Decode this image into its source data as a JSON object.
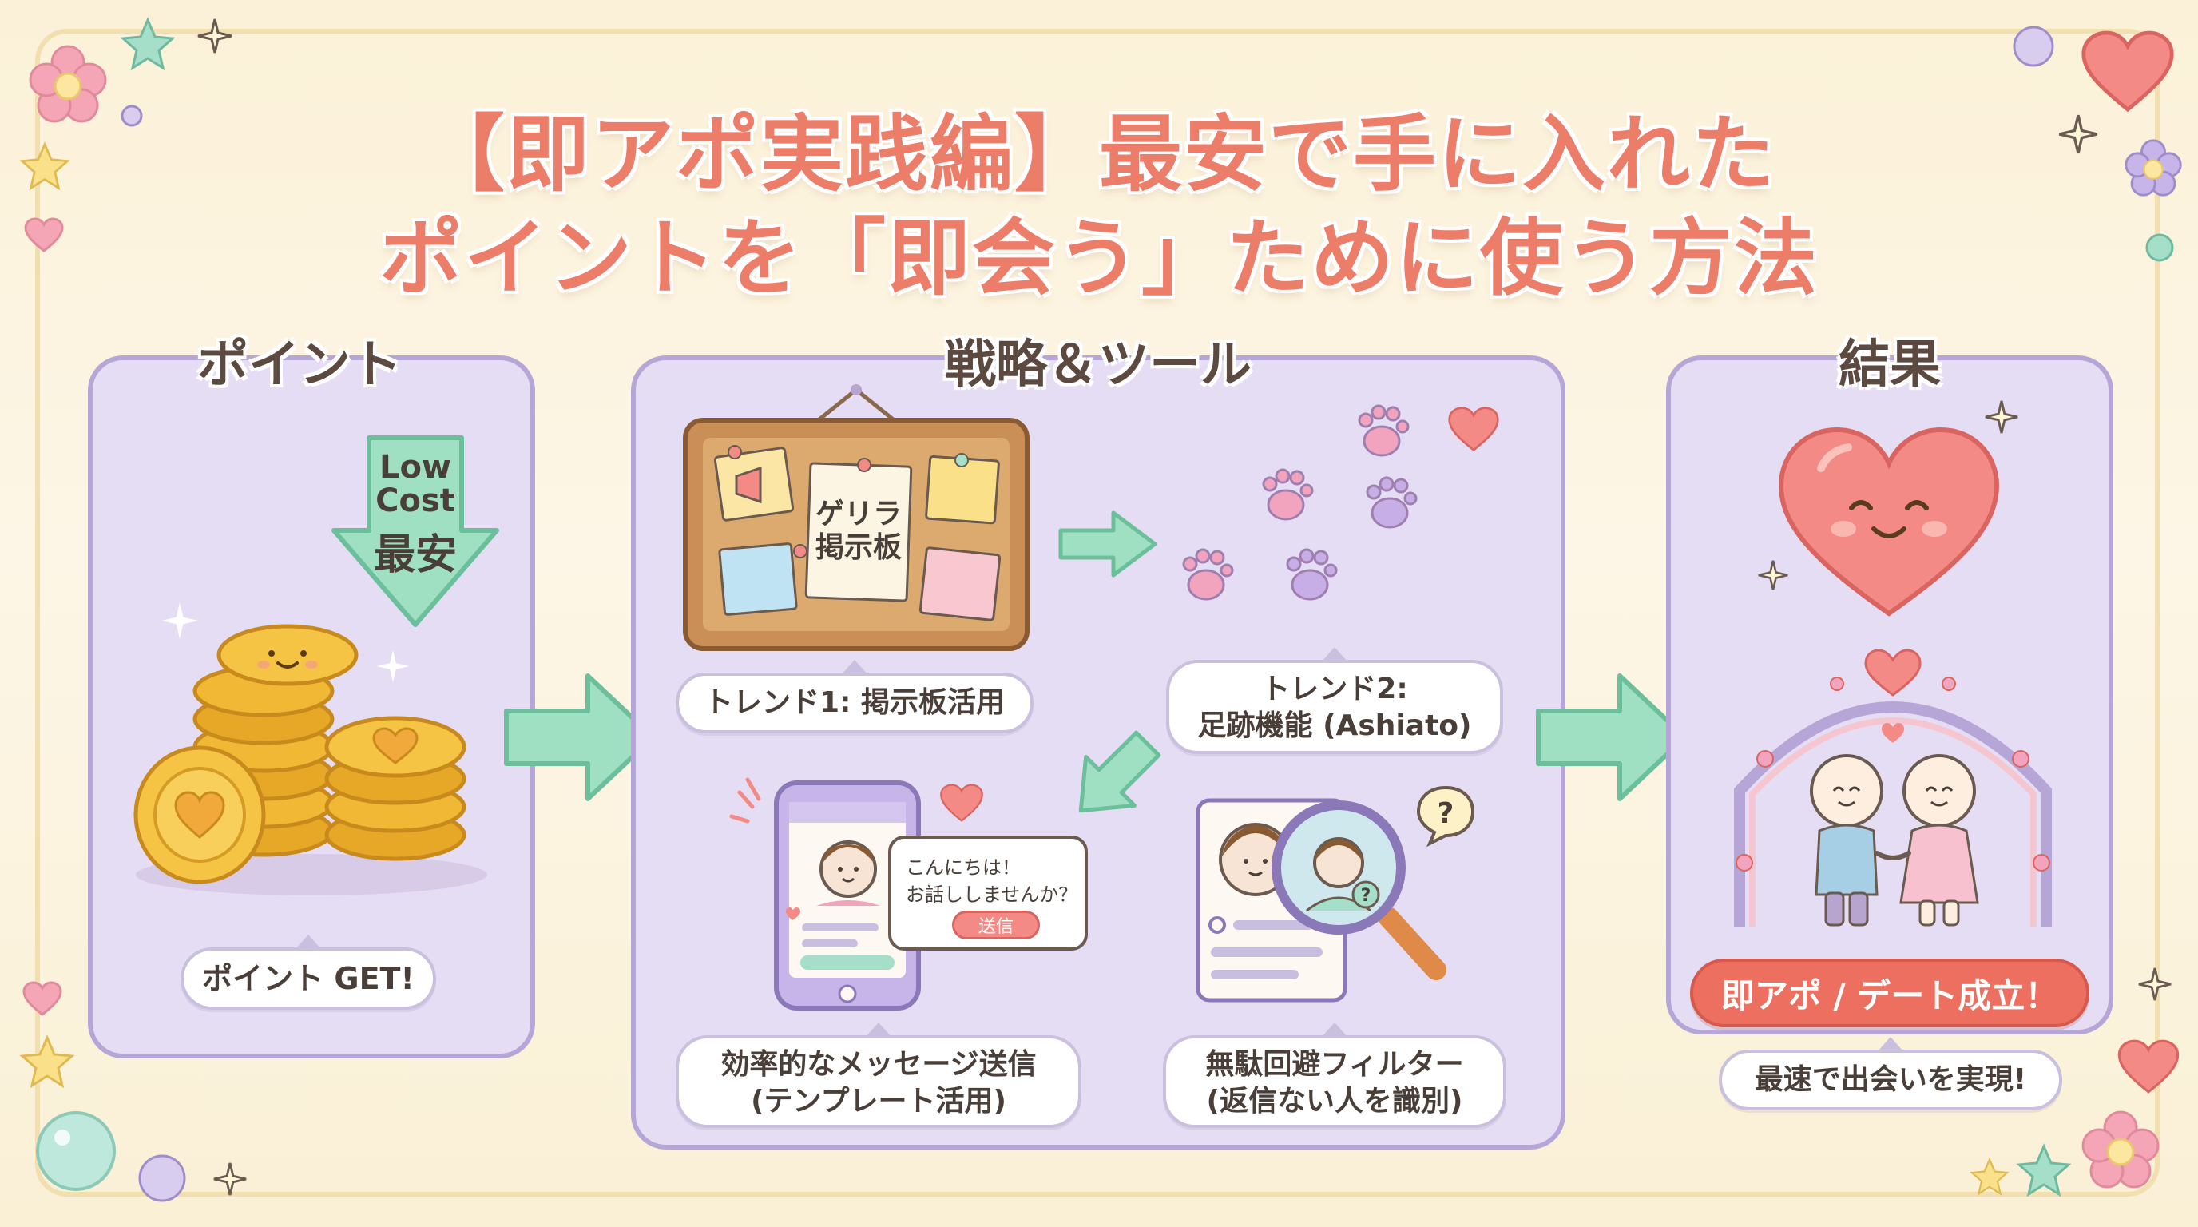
{
  "title": {
    "line1": "【即アポ実践編】最安で手に入れた",
    "line2": "ポイントを「即会う」ために使う方法"
  },
  "panels": {
    "points": {
      "heading": "ポイント",
      "arrow_line1": "Low",
      "arrow_line2": "Cost",
      "arrow_line3": "最安",
      "caption": "ポイント GET!"
    },
    "strategy": {
      "heading": "戦略＆ツール",
      "board_label_line1": "ゲリラ",
      "board_label_line2": "掲示板",
      "trend1": "トレンド1: 掲示板活用",
      "trend2_line1": "トレンド2:",
      "trend2_line2": "足跡機能 (Ashiato)",
      "message_line1": "こんにちは！",
      "message_line2": "お話ししませんか？",
      "send_button": "送信",
      "efficient_line1": "効率的なメッセージ送信",
      "efficient_line2": "(テンプレート活用)",
      "filter_line1": "無駄回避フィルター",
      "filter_line2": "(返信ない人を識別)"
    },
    "result": {
      "heading": "結果",
      "badge": "即アポ / デート成立！",
      "caption": "最速で出会いを実現!"
    }
  },
  "colors": {
    "title": "#ec7d69",
    "panel_bg": "#e5ddf3",
    "panel_border": "#b6a6d8",
    "arrow_green": "#8fd6b4",
    "badge_red": "#ec6f5f",
    "coin_gold": "#f5c445"
  }
}
